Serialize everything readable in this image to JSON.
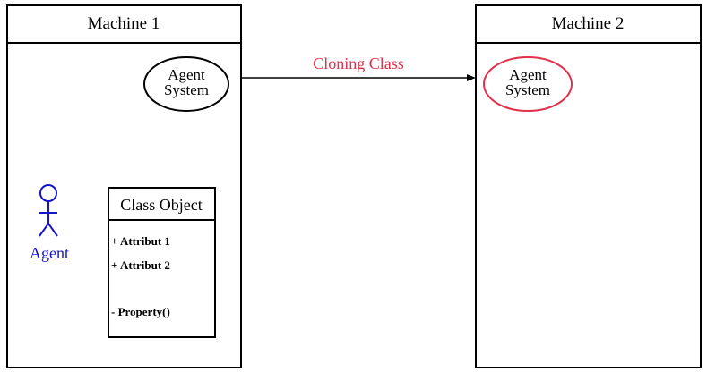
{
  "machine1": {
    "title": "Machine 1",
    "agent_system": {
      "line1": "Agent",
      "line2": "System"
    },
    "agent": {
      "label": "Agent"
    },
    "class_object": {
      "title": "Class Object",
      "attributes": [
        "+ Attribut 1",
        "+ Attribut 2"
      ],
      "methods": [
        "- Property()"
      ]
    }
  },
  "machine2": {
    "title": "Machine 2",
    "agent_system": {
      "line1": "Agent",
      "line2": "System"
    }
  },
  "connector": {
    "label": "Cloning Class"
  },
  "colors": {
    "stroke": "#000000",
    "agent_blue": "#1414c8",
    "clone_red": "#e0304a"
  }
}
